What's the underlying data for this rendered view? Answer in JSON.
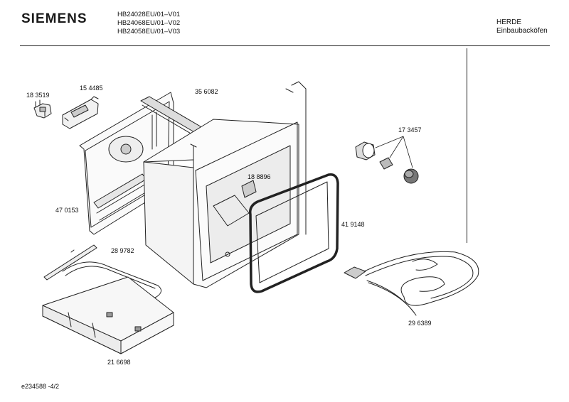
{
  "header": {
    "brand": "SIEMENS",
    "models": [
      "HB24028EU/01–V01",
      "HB24068EU/01–V02",
      "HB24058EU/01–V03"
    ],
    "category_title": "HERDE",
    "category_subtitle": "Einbaubacköfen"
  },
  "parts": [
    {
      "id": "183519",
      "label": "18 3519"
    },
    {
      "id": "154485",
      "label": "15 4485"
    },
    {
      "id": "356082",
      "label": "35 6082"
    },
    {
      "id": "173457",
      "label": "17 3457"
    },
    {
      "id": "188896",
      "label": "18 8896"
    },
    {
      "id": "470153",
      "label": "47 0153"
    },
    {
      "id": "419148",
      "label": "41 9148"
    },
    {
      "id": "289782",
      "label": "28 9782"
    },
    {
      "id": "296389",
      "label": "29 6389"
    },
    {
      "id": "216698",
      "label": "21 6698"
    }
  ],
  "footer": {
    "doc_id": "e234588  -4/2"
  },
  "colors": {
    "line": "#222222",
    "paper": "#ffffff",
    "shade": "#d9d9d9"
  }
}
